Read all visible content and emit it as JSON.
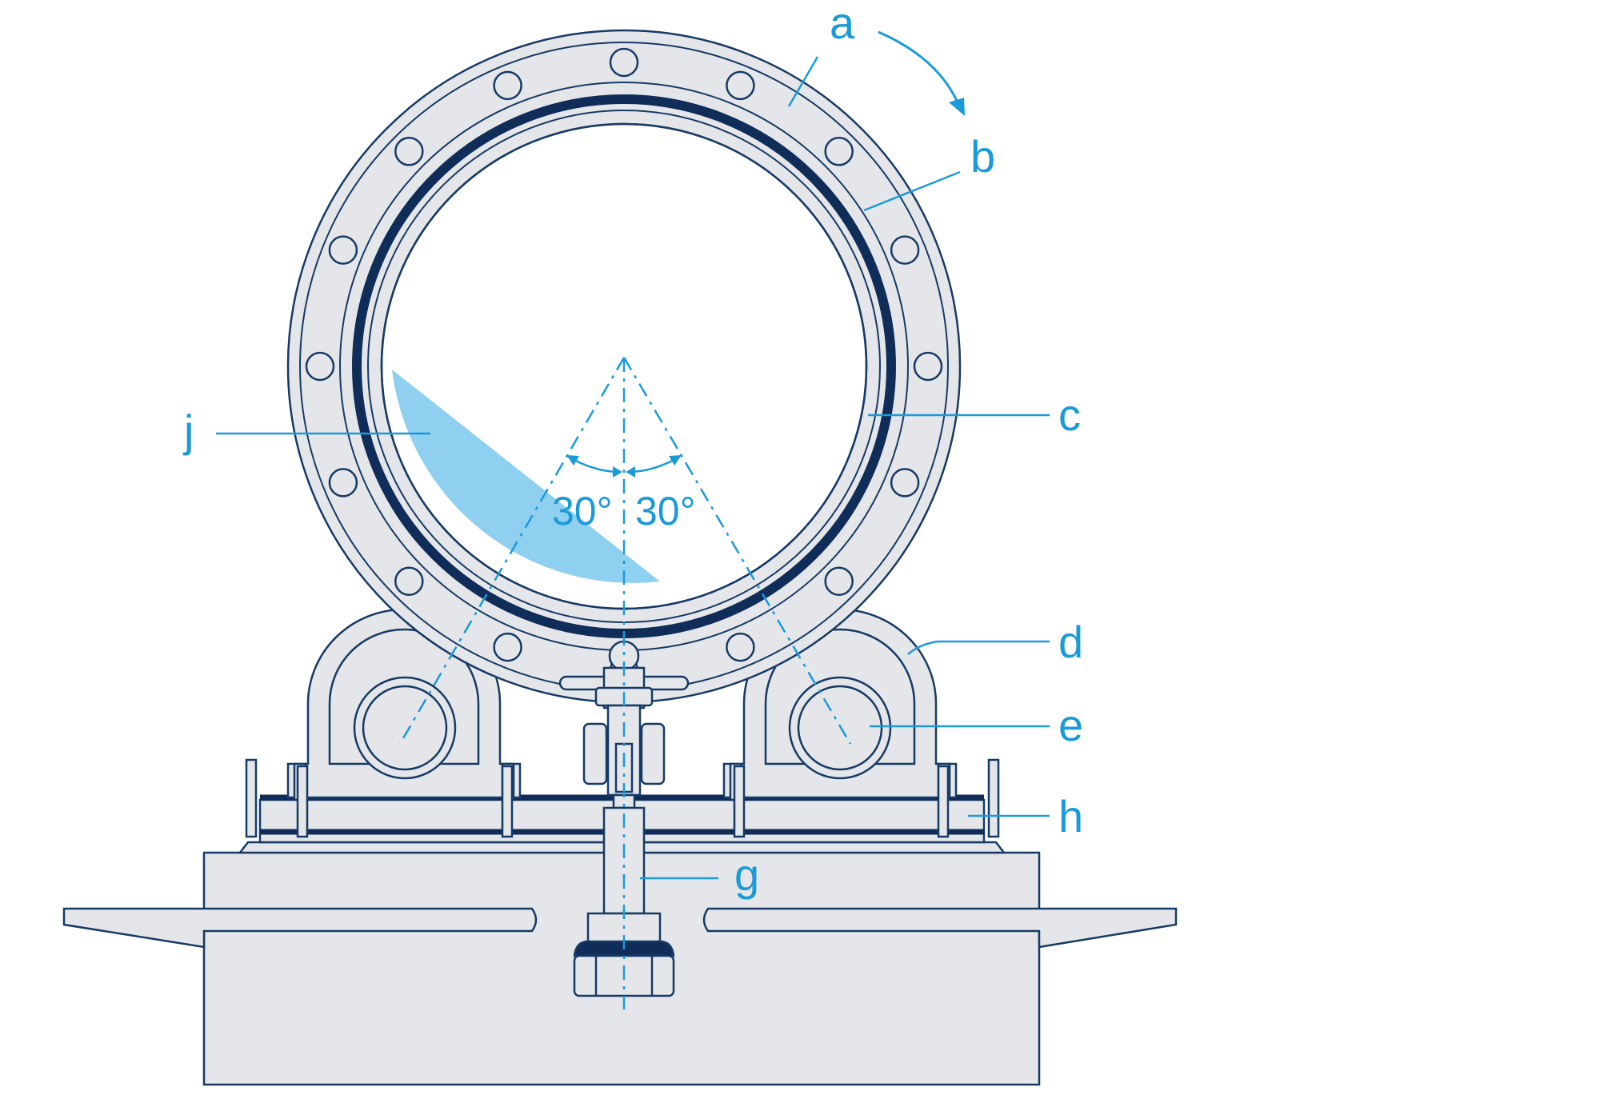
{
  "labels": {
    "a": "a",
    "b": "b",
    "c": "c",
    "d": "d",
    "e": "e",
    "g": "g",
    "h": "h",
    "j": "j"
  },
  "angles": {
    "left": "30°",
    "right": "30°"
  },
  "colors": {
    "outline": "#163a66",
    "fill_grey": "#e4e6e9",
    "dark_band": "#0f2d58",
    "accent": "#1a9ad9",
    "powder": "#8fd0f1"
  },
  "icons": {
    "rotation": "rotation-arrow-icon"
  }
}
